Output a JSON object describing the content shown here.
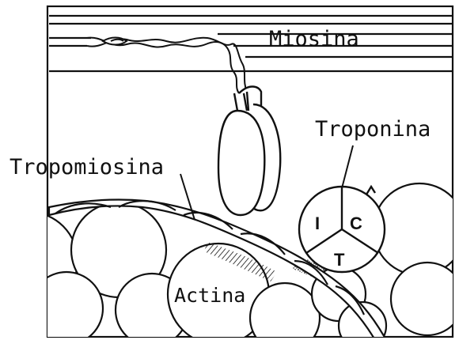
{
  "labels": {
    "myosin": "Miosina",
    "troponin": "Troponina",
    "tropomyosin": "Tropomiosina",
    "actin": "Actina"
  },
  "troponin_subunits": {
    "i": "I",
    "c": "C",
    "t": "T"
  },
  "colors": {
    "ink": "#111111",
    "background": "#ffffff"
  }
}
